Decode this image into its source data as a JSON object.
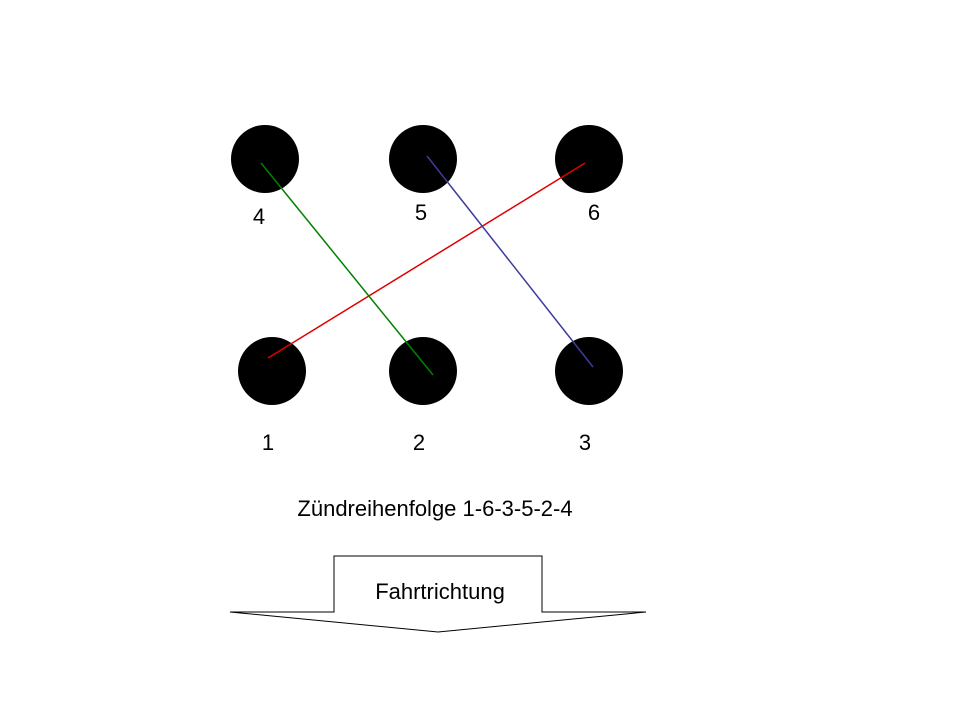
{
  "cylinders": [
    {
      "id": "1",
      "label": "1"
    },
    {
      "id": "2",
      "label": "2"
    },
    {
      "id": "3",
      "label": "3"
    },
    {
      "id": "4",
      "label": "4"
    },
    {
      "id": "5",
      "label": "5"
    },
    {
      "id": "6",
      "label": "6"
    }
  ],
  "connections": [
    {
      "from": "1",
      "to": "6",
      "color": "#e00000"
    },
    {
      "from": "4",
      "to": "2",
      "color": "#008000"
    },
    {
      "from": "5",
      "to": "3",
      "color": "#3c3c9c"
    }
  ],
  "firing_order": "Zündreihenfolge 1-6-3-5-2-4",
  "direction_arrow": {
    "label": "Fahrtrichtung",
    "outline_color": "#000000"
  },
  "colors": {
    "cylinder_fill": "#000000",
    "background": "#ffffff"
  }
}
